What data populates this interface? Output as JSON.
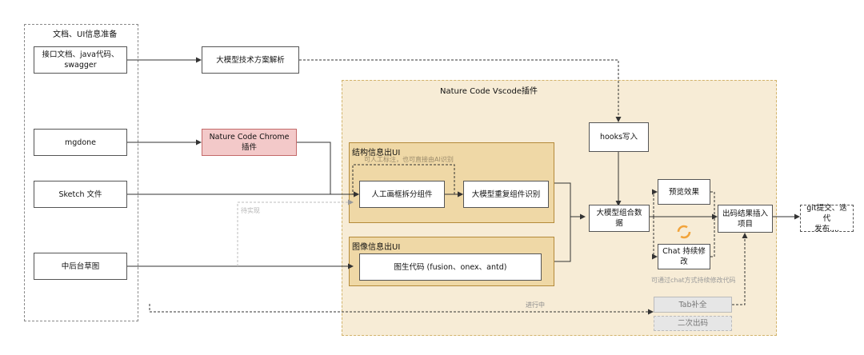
{
  "groups": {
    "prep": "文档、UI信息准备",
    "vscode": "Nature Code Vscode插件",
    "structure": "结构信息出UI",
    "image": "图像信息出UI"
  },
  "nodes": {
    "api_docs": "接口文档、java代码、\nswagger",
    "mgdone": "mgdone",
    "sketch": "Sketch 文件",
    "draft": "中后台草图",
    "llm_parse": "大模型技术方案解析",
    "chrome_plugin": "Nature Code Chrome插件",
    "hooks": "hooks写入",
    "manual_split": "人工画框拆分组件",
    "llm_reuse": "大模型重复组件识别",
    "img2code": "图生代码 (fusion、onex、antd)",
    "llm_combine": "大模型组合数据",
    "preview": "预览效果",
    "chat_edit": "Chat 持续修改",
    "output_insert": "出码结果插入\n项目",
    "git": "git提交、迭代\n发布....",
    "tab_complete": "Tab补全",
    "second_output": "二次出码"
  },
  "notes": {
    "manual_or_ai": "可人工标注，也可直接由AI识别",
    "todo": "待实现",
    "in_progress": "进行中",
    "chat_hint": "可通过chat方式持续修改代码"
  },
  "colors": {
    "vscode_bg": "#f7ecd6",
    "vscode_border": "#d2b36a",
    "inner_bg": "#efd8a6",
    "inner_border": "#b48a3a",
    "chrome_fill": "#f3c9c9",
    "chrome_border": "#c46a6a",
    "spinner": "#f2a43b",
    "gray_box": "#e6e6e6"
  }
}
